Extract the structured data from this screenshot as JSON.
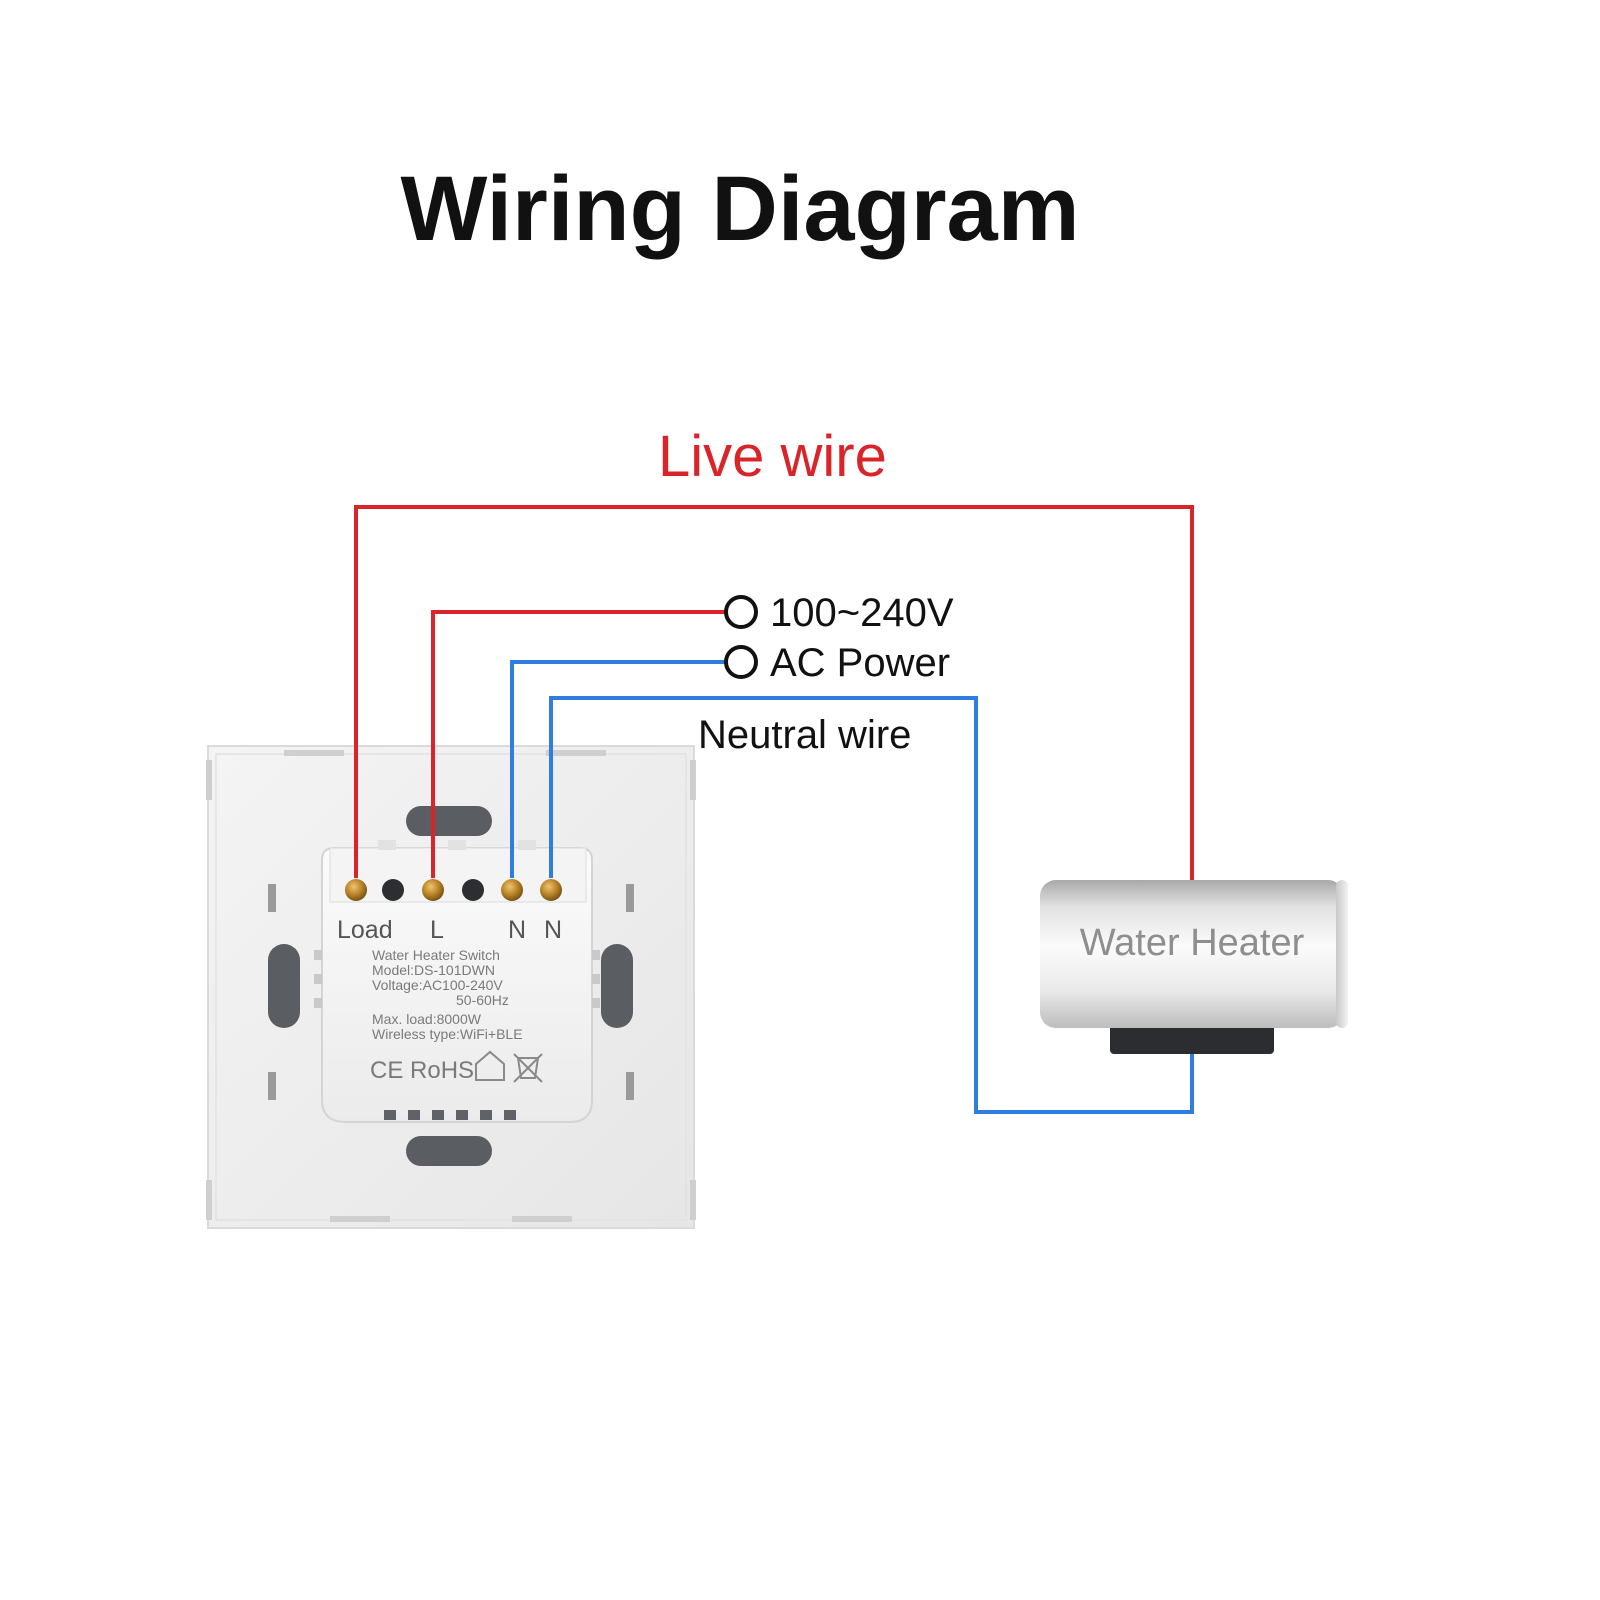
{
  "title": "Wiring Diagram",
  "labels": {
    "live_wire": "Live wire",
    "voltage": "100~240V",
    "ac_power": "AC Power",
    "neutral_wire": "Neutral wire"
  },
  "switch": {
    "terminals": {
      "load": "Load",
      "live": "L",
      "neutral_1": "N",
      "neutral_2": "N"
    },
    "label_lines": [
      "Water Heater Switch",
      "Model:DS-101DWN",
      "Voltage:AC100-240V",
      "50-60Hz",
      "Max. load:8000W",
      "Wireless type:WiFi+BLE"
    ],
    "certifications": "CE RoHS"
  },
  "appliance": {
    "label": "Water Heater"
  },
  "colors": {
    "live_wire": "#d9252a",
    "neutral_wire": "#2f7de0",
    "title_text": "#111111",
    "appliance_text": "#8e8e8e"
  }
}
